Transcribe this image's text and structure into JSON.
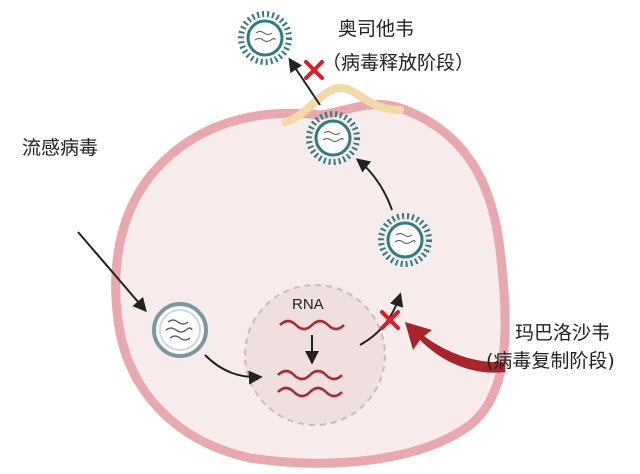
{
  "labels": {
    "drug1_name": "奥司他韦",
    "drug1_stage": "（病毒释放阶段）",
    "influenza": "流感病毒",
    "rna": "RNA",
    "drug2_name": "玛巴洛沙韦",
    "drug2_stage": "(病毒复制阶段)"
  },
  "colors": {
    "membrane": "#e9a8ae",
    "cytoplasm": "#f7eceb",
    "nucleus": "#efe0df",
    "rna": "#b3262d",
    "inhibit_x": "#e31b23",
    "curved_arrow": "#a8232a",
    "virus_capsid": "#2e7d86"
  }
}
